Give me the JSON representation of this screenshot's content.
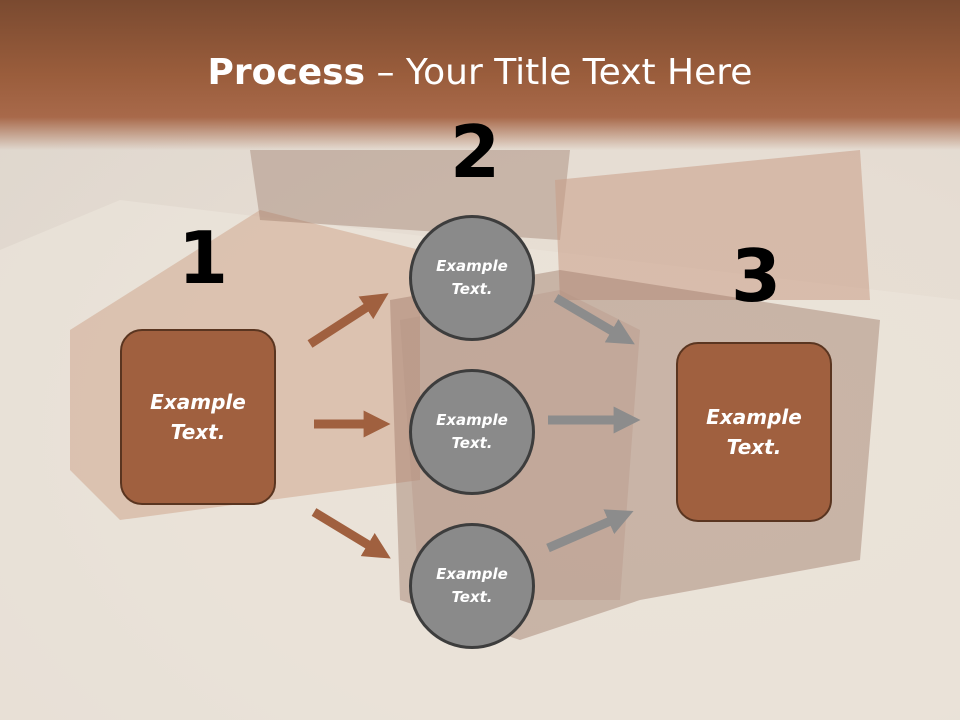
{
  "slide": {
    "title_bold": "Process",
    "title_rest": " – Your Title Text Here"
  },
  "steps": {
    "one": "1",
    "two": "2",
    "three": "3"
  },
  "nodes": {
    "left_box": "Example\nText.",
    "circle_top": "Example\nText.",
    "circle_middle": "Example\nText.",
    "circle_bottom": "Example\nText.",
    "right_box": "Example\nText."
  },
  "colors": {
    "brown": "#a0603f",
    "brown_border": "#5a3520",
    "arrow_brown": "#a0603f",
    "arrow_gray": "#8c8c8c",
    "circle_fill": "#8a8a8a",
    "circle_border": "#3d3d3d"
  }
}
